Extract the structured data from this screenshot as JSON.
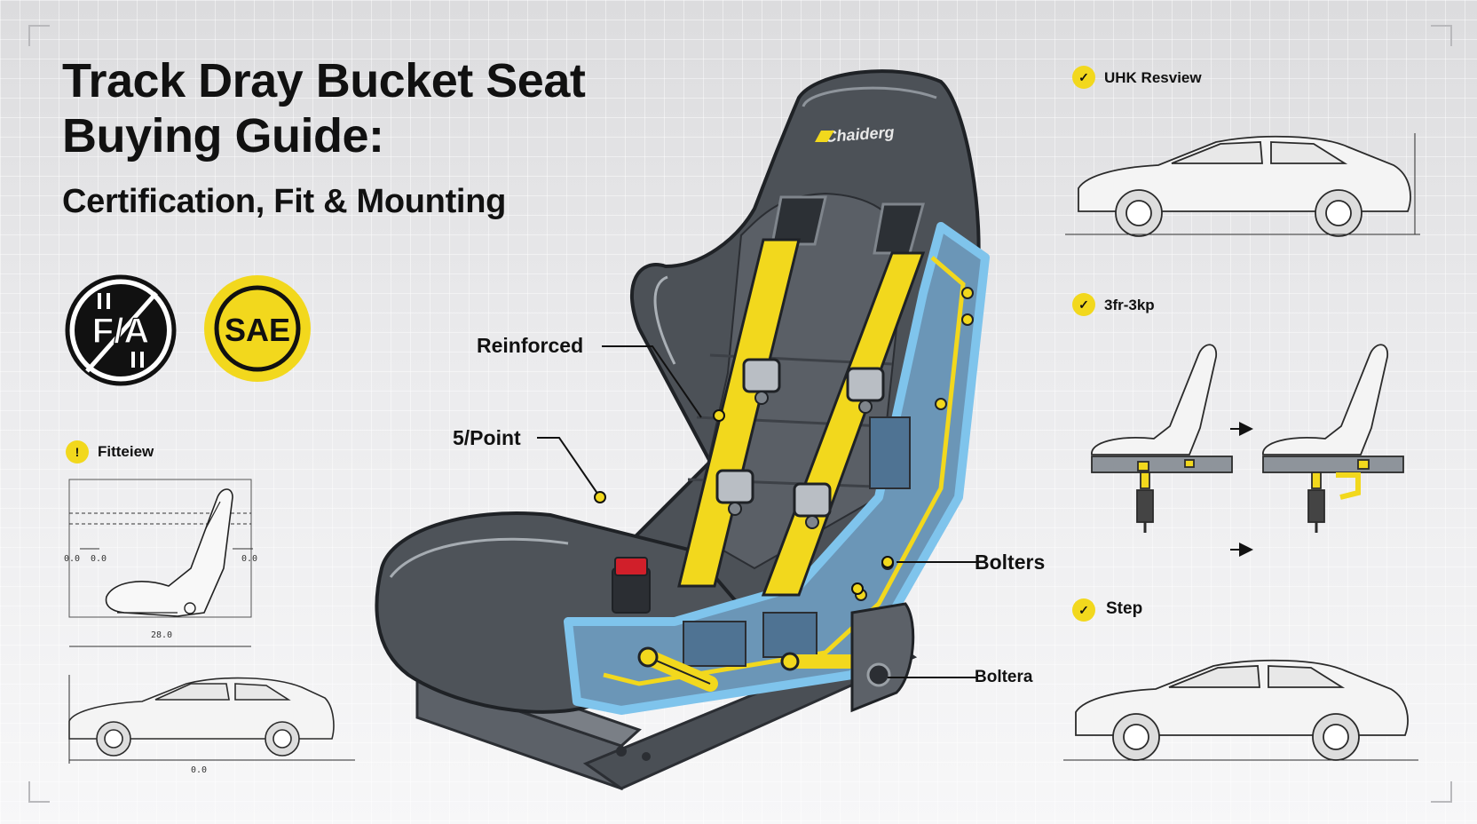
{
  "header": {
    "title_line1": "Track Dray Bucket Seat",
    "title_line2": "Buying Guide:",
    "subtitle": "Certification, Fit & Mounting"
  },
  "logos": {
    "fia_text": "F/A",
    "sae_text": "SAE"
  },
  "seat": {
    "brand_text": "Chaiderg",
    "callouts": {
      "reinforced": "Reinforced",
      "five_point": "5/Point",
      "bolters": "Bolters",
      "boltera": "Boltera"
    }
  },
  "left_panel": {
    "heading": "Fitteiew",
    "heading_icon": "!",
    "dims": {
      "left_a": "0.0",
      "left_b": "0.0",
      "right": "0.0",
      "bottom": "28.0",
      "car_bottom": "0.0"
    }
  },
  "right_panel": {
    "sections": [
      {
        "label": "UHK Resview",
        "icon": "check-icon"
      },
      {
        "label": "3fr-3kp",
        "icon": "check-icon"
      },
      {
        "label": "Step",
        "icon": "check-icon"
      }
    ],
    "arrow_glyph": "→"
  },
  "colors": {
    "accent_yellow": "#f2d81d",
    "seat_dark": "#4c5157",
    "frame_blue": "#7fc4ec",
    "ink": "#111111"
  }
}
